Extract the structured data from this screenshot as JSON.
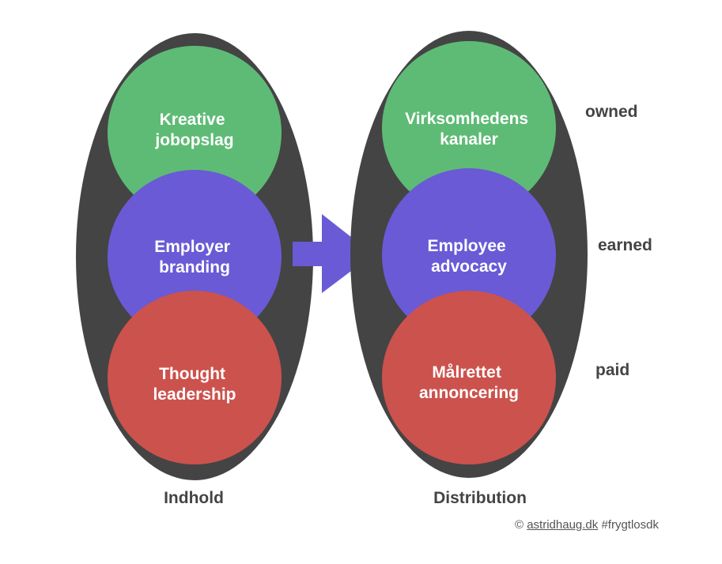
{
  "left_group": {
    "label": "Indhold",
    "circles": [
      {
        "lines": [
          "Kreative",
          "jobopslag"
        ],
        "color": "#5EBB75"
      },
      {
        "lines": [
          "Employer",
          "branding"
        ],
        "color": "#6A5AD6"
      },
      {
        "lines": [
          "Thought",
          "leadership"
        ],
        "color": "#CC524D"
      }
    ]
  },
  "right_group": {
    "label": "Distribution",
    "circles": [
      {
        "lines": [
          "Virksomhedens",
          "kanaler"
        ],
        "color": "#5EBB75"
      },
      {
        "lines": [
          "Employee",
          "advocacy"
        ],
        "color": "#6A5AD6"
      },
      {
        "lines": [
          "Målrettet",
          "annoncering"
        ],
        "color": "#CC524D"
      }
    ]
  },
  "side_labels": [
    "owned",
    "earned",
    "paid"
  ],
  "credit": {
    "symbol": "©",
    "link_text": "astridhaug.dk",
    "hashtag": "#frygtlosdk"
  },
  "colors": {
    "ellipse": "#444444",
    "arrow": "#6A5AD6",
    "label_text": "#444444"
  }
}
